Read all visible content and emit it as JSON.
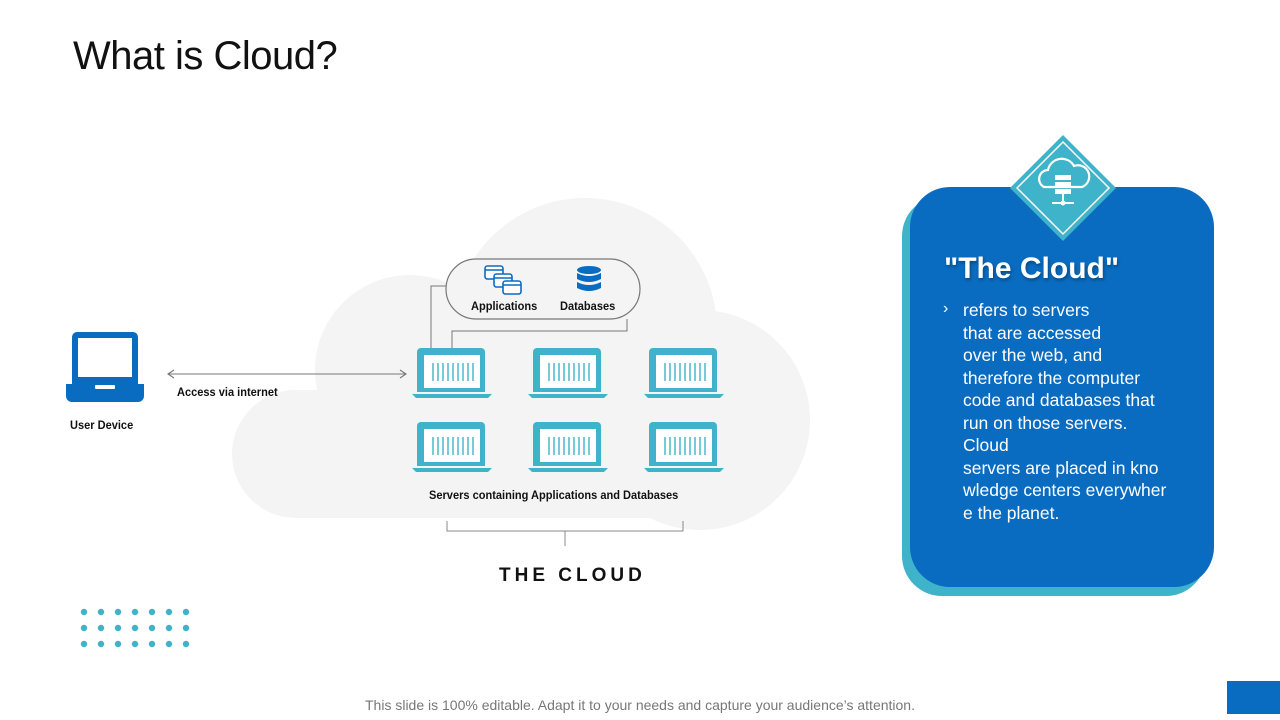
{
  "slide": {
    "title": "What is Cloud?",
    "footer": "This slide is 100% editable. Adapt it to your needs and capture your audience’s attention."
  },
  "diagram": {
    "user_device_label": "User Device",
    "access_label": "Access via internet",
    "applications_label": "Applications",
    "databases_label": "Databases",
    "servers_label": "Servers containing Applications and Databases",
    "cloud_label": "THE CLOUD"
  },
  "card": {
    "title": "\"The Cloud\"",
    "bullet": "›",
    "text": "refers to servers\nthat are accessed\nover the web, and\ntherefore the computer\ncode and databases that\nrun on those servers.\nCloud\nservers are placed in kno\nwledge centers everywher\ne the planet."
  },
  "colors": {
    "primary_blue": "#0a6cc0",
    "teal": "#3fb3c9",
    "cloud_gray": "#f4f4f4"
  },
  "icons": [
    "laptop-icon",
    "applications-icon",
    "database-icon",
    "server-laptop-icon",
    "cloud-server-icon"
  ]
}
